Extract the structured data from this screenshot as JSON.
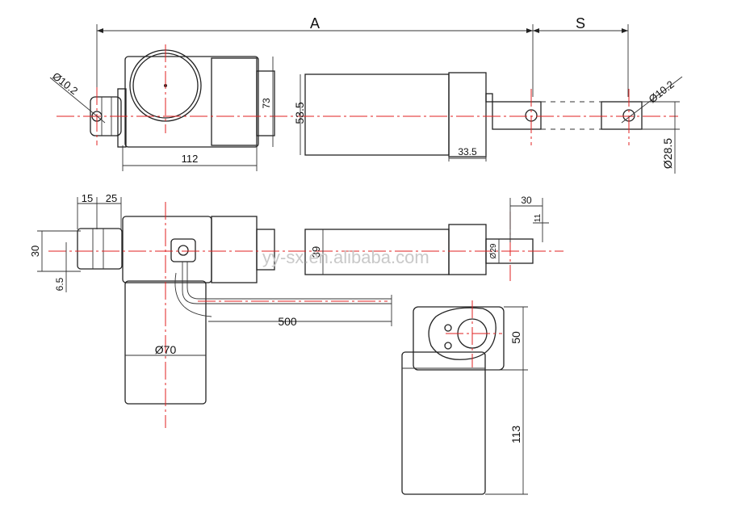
{
  "dimensions": {
    "a": "A",
    "s": "S",
    "hole_dia_left": "Ø10.2",
    "hole_dia_right": "Ø10.2",
    "motor_len": "112",
    "height_73": "73",
    "height_53_5": "53.5",
    "collar_33_5": "33.5",
    "rod_dia": "Ø28.5",
    "d15": "15",
    "d25": "25",
    "d30": "30",
    "d6_5": "6.5",
    "d30_top": "30",
    "d11": "11",
    "d39": "39",
    "d29": "Ø29",
    "cable_500": "500",
    "motor_dia_70": "Ø70",
    "d50": "50",
    "d113": "113"
  },
  "watermark": "yy-sx.en.alibaba.com",
  "colors": {
    "line": "#222222",
    "centerline": "#e02020",
    "watermark": "#c9c9c9"
  }
}
